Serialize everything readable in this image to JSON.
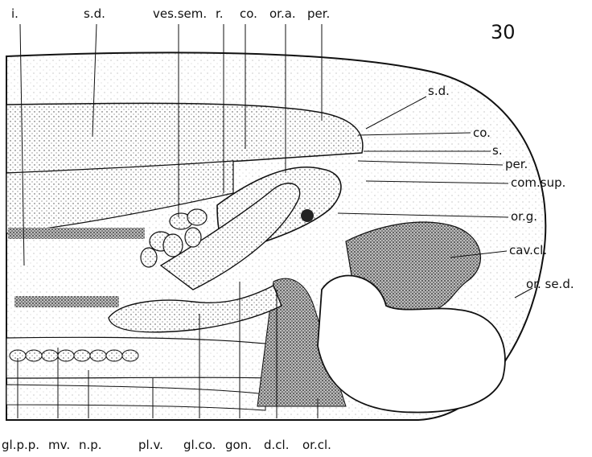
{
  "figure_number": "30",
  "top_labels": {
    "i": "i.",
    "sd": "s.d.",
    "ves_sem": "ves.sem.",
    "r": "r.",
    "co": "co.",
    "or_a": "or.a.",
    "per": "per."
  },
  "right_labels": {
    "sd": "s.d.",
    "co": "co.",
    "s": "s.",
    "per": "per.",
    "com_sup": "com.sup.",
    "or_g": "or.g.",
    "cav_cl": "cav.cl.",
    "or_se_d": "or. se.d."
  },
  "bottom_labels": {
    "gl_p_p": "gl.p.p.",
    "mv": "mv.",
    "n_p": "n.p.",
    "pl_v": "pl.v.",
    "gl_co": "gl.co.",
    "gon": "gon.",
    "d_cl": "d.cl.",
    "or_cl": "or.cl."
  }
}
